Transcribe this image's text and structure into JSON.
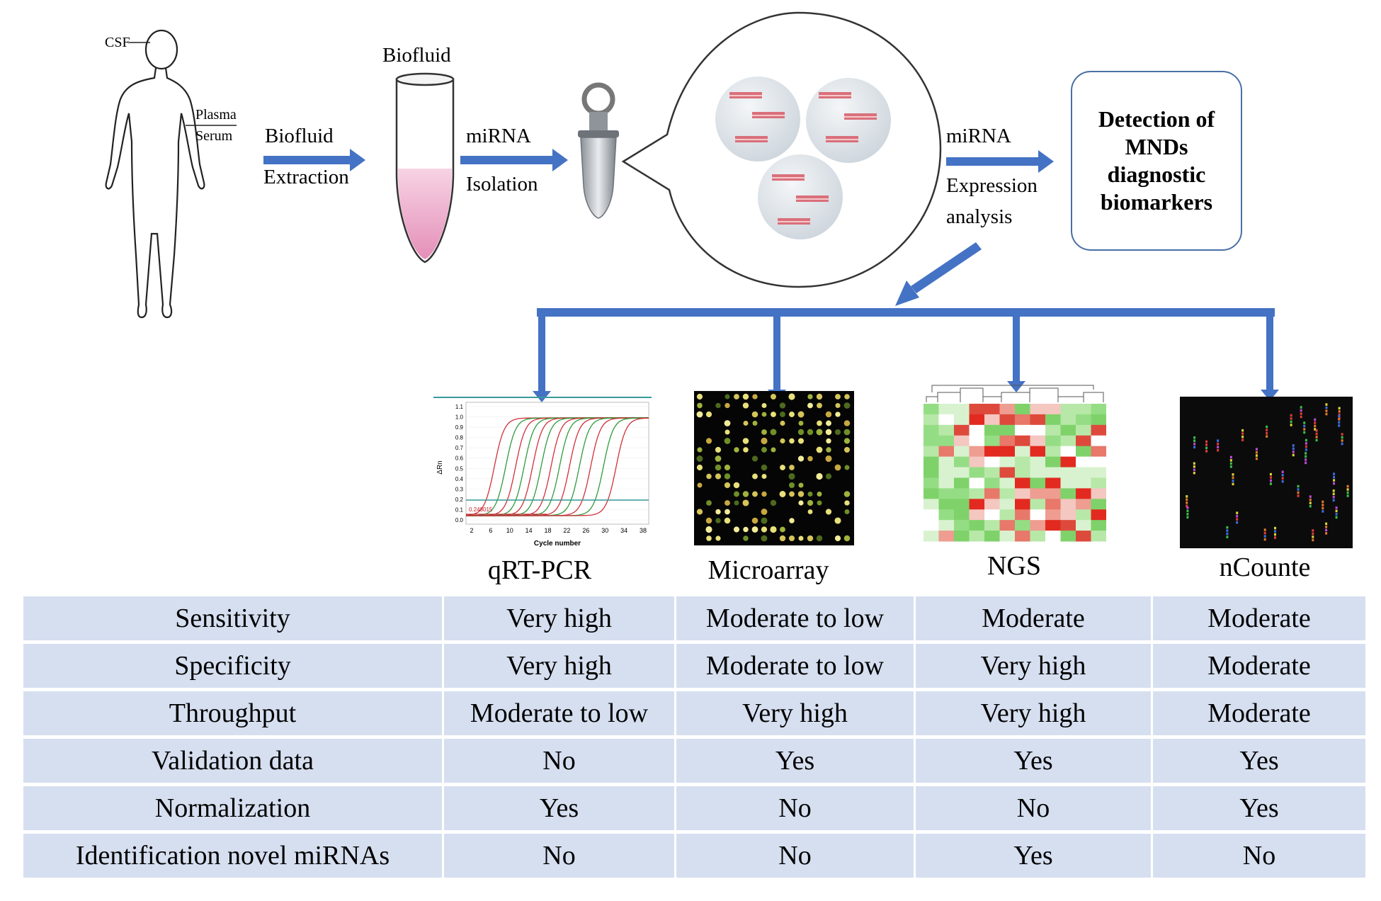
{
  "flow": {
    "body_labels": {
      "csf": "CSF",
      "plasma": "Plasma",
      "serum": "Serum"
    },
    "step1": {
      "line1": "Biofluid",
      "line2": "Extraction"
    },
    "tube_label": "Biofluid",
    "step2": {
      "line1": "miRNA",
      "line2": "Isolation"
    },
    "step3": {
      "line1": "miRNA",
      "line2": "Expression",
      "line3": "analysis"
    },
    "detection": "Detection of MNDs diagnostic biomarkers"
  },
  "methods": [
    "qRT-PCR",
    "Microarray",
    "NGS",
    "nCounte"
  ],
  "pcr_plot": {
    "xlabel": "Cycle number",
    "ylabel": "ΔRn",
    "xticks": [
      "2",
      "6",
      "10",
      "14",
      "18",
      "22",
      "26",
      "30",
      "34",
      "38"
    ],
    "yticks": [
      "0.0",
      "0.1",
      "0.2",
      "0.3",
      "0.4",
      "0.5",
      "0.6",
      "0.7",
      "0.8",
      "0.9",
      "1.0",
      "1.1"
    ],
    "threshold_label": "0.248015"
  },
  "table": {
    "rows": [
      {
        "label": "Sensitivity",
        "values": [
          "Very high",
          "Moderate to low",
          "Moderate",
          "Moderate"
        ]
      },
      {
        "label": "Specificity",
        "values": [
          "Very high",
          "Moderate to low",
          "Very high",
          "Moderate"
        ]
      },
      {
        "label": "Throughput",
        "values": [
          "Moderate to low",
          "Very high",
          "Very high",
          "Moderate"
        ]
      },
      {
        "label": "Validation data",
        "values": [
          "No",
          "Yes",
          "Yes",
          "Yes"
        ]
      },
      {
        "label": "Normalization",
        "values": [
          "Yes",
          "No",
          "No",
          "Yes"
        ]
      },
      {
        "label": "Identification novel miRNAs",
        "values": [
          "No",
          "No",
          "Yes",
          "No"
        ]
      }
    ]
  },
  "colors": {
    "arrow": "#4472c4",
    "table_bg": "#d6dff0",
    "box_border": "#4a6fa5"
  }
}
